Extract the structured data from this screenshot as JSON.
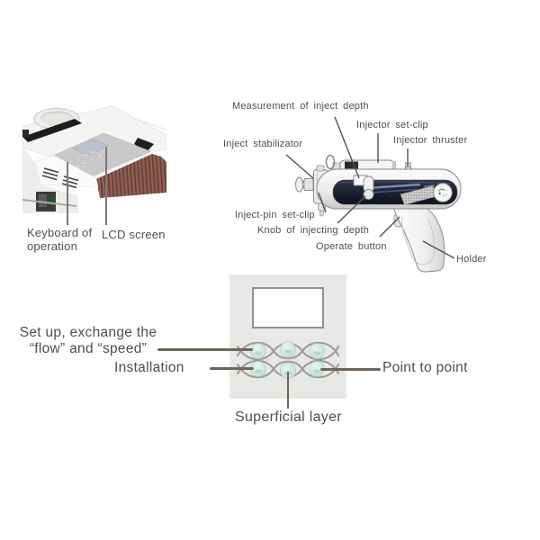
{
  "photo_section": {
    "keyboard_label": "Keyboard of operation",
    "lcd_label": "LCD screen"
  },
  "gun_section": {
    "labels": {
      "measurement": "Measurement of inject depth",
      "injector_set_clip": "Injector set-clip",
      "injector_thruster": "Injector thruster",
      "inject_stabilizator": "Inject stabilizator",
      "inject_pin_set_clip": "Inject-pin set-clip",
      "knob": "Knob of injecting depth",
      "operate_button": "Operate button",
      "holder": "Holder"
    }
  },
  "panel_section": {
    "labels": {
      "setup_line1": "Set up, exchange the",
      "setup_line2": "“flow” and “speed”",
      "installation": "Installation",
      "point_to_point": "Point to point",
      "superficial": "Superficial layer"
    },
    "button_count": 6
  },
  "colors": {
    "label_text": "#524e48",
    "leader_thick": "#6e6459",
    "leader_thin": "#55524d",
    "panel_bg": "#e8e8e6",
    "screen_border": "#909090",
    "button_fill": "#cfe8e2",
    "wave_line": "#9c9c9a",
    "gun_dark_panel": "#1b2330",
    "logo_green": "#2e9e67",
    "photo_brown": "#926053"
  }
}
